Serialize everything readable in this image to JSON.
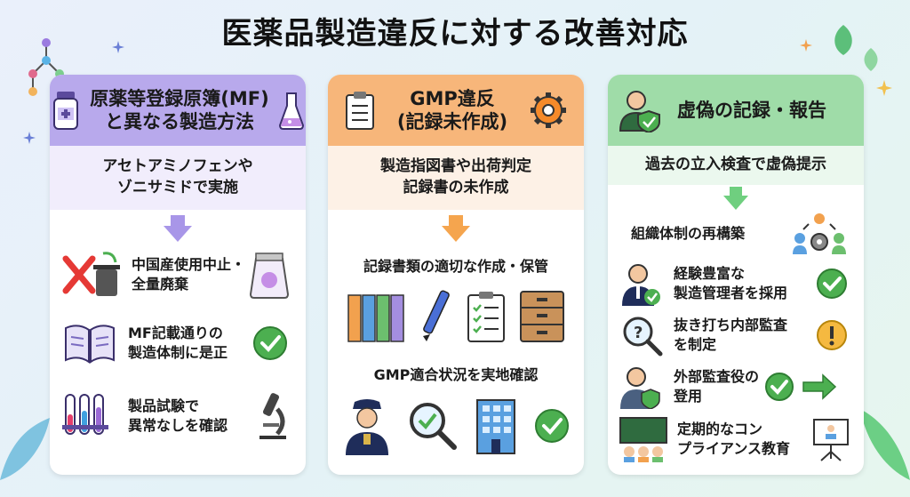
{
  "title": "医薬品製造違反に対する改善対応",
  "columns": [
    {
      "header": [
        "原薬等登録原簿(MF)",
        "と異なる製造方法"
      ],
      "subtitle": [
        "アセトアミノフェンや",
        "ゾニサミドで実施"
      ],
      "items": [
        [
          "中国産使用中止・",
          "全量廃棄"
        ],
        [
          "MF記載通りの",
          "製造体制に是正"
        ],
        [
          "製品試験で",
          "異常なしを確認"
        ]
      ]
    },
    {
      "header": [
        "GMP違反",
        "(記録未作成)"
      ],
      "subtitle": [
        "製造指図書や出荷判定",
        "記録書の未作成"
      ],
      "items": [
        "記録書類の適切な作成・保管",
        "GMP適合状況を実地確認"
      ]
    },
    {
      "header": [
        "虚偽の記録・報告"
      ],
      "subtitle": [
        "過去の立入検査で虚偽提示"
      ],
      "items": [
        [
          "組織体制の再構築"
        ],
        [
          "経験豊富な",
          "製造管理者を採用"
        ],
        [
          "抜き打ち内部監査",
          "を制定"
        ],
        [
          "外部監査役の",
          "登用"
        ],
        [
          "定期的なコン",
          "プライアンス教育"
        ]
      ]
    }
  ],
  "colors": {
    "purple": "#b8a9ec",
    "orange": "#f7b67a",
    "green": "#9fdca8",
    "check": "#4caf50"
  }
}
